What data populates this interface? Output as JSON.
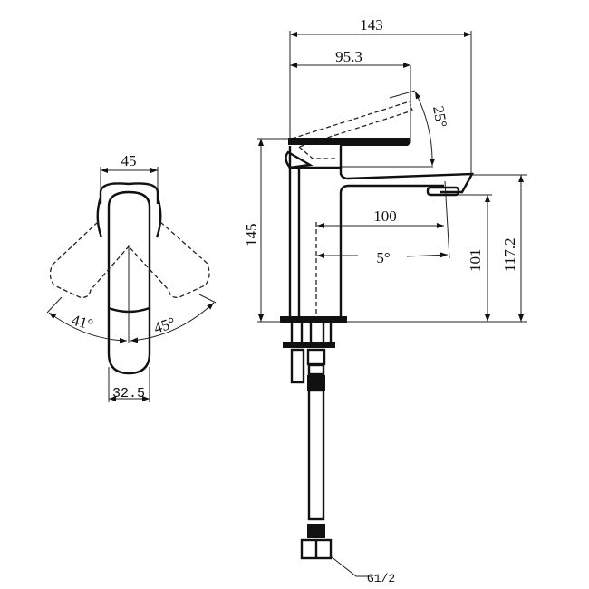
{
  "drawing": {
    "side_view": {
      "overall_length": "143",
      "lever_length": "95.3",
      "lever_angle": "25°",
      "total_height": "145",
      "spout_reach": "100",
      "spout_tilt": "5°",
      "outlet_height": "101",
      "spout_top_height": "117.2",
      "connection": "G1/2"
    },
    "front_view": {
      "handle_width": "45",
      "body_width": "32.5",
      "left_angle": "41°",
      "right_angle": "45°"
    },
    "line_color": "#111111"
  }
}
